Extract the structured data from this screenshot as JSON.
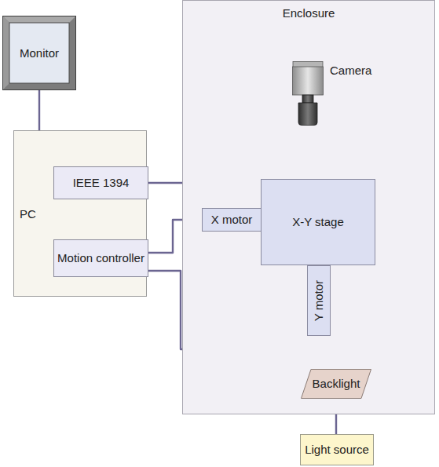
{
  "diagram": {
    "nodes": [
      {
        "text": [
          "Monitor"
        ]
      },
      {
        "text": [
          "PC"
        ]
      },
      {
        "text": [
          "IEEE 1394"
        ],
        "in": 1
      },
      {
        "text": [
          "Motion controller"
        ],
        "in": 1
      },
      {
        "text": [
          "Enclosure"
        ]
      },
      {
        "text": [
          "Camera"
        ],
        "in": 4
      },
      {
        "text": [
          "X-Y stage"
        ],
        "in": 4
      },
      {
        "text": [
          "X motor"
        ],
        "in": 4
      },
      {
        "text": [
          "Y motor"
        ],
        "in": 4
      },
      {
        "text": [
          "Backlight"
        ],
        "in": 4
      },
      {
        "text": [
          "Light source"
        ]
      }
    ],
    "edges": [
      {
        "from": 0,
        "to": 1,
        "arrow": "none"
      },
      {
        "from": 2,
        "to": 5,
        "arrow": "none"
      },
      {
        "from": 3,
        "to": 7,
        "arrow": "none"
      },
      {
        "from": 3,
        "to": 8,
        "arrow": "none"
      },
      {
        "from": 9,
        "to": 10,
        "arrow": "none"
      }
    ]
  }
}
